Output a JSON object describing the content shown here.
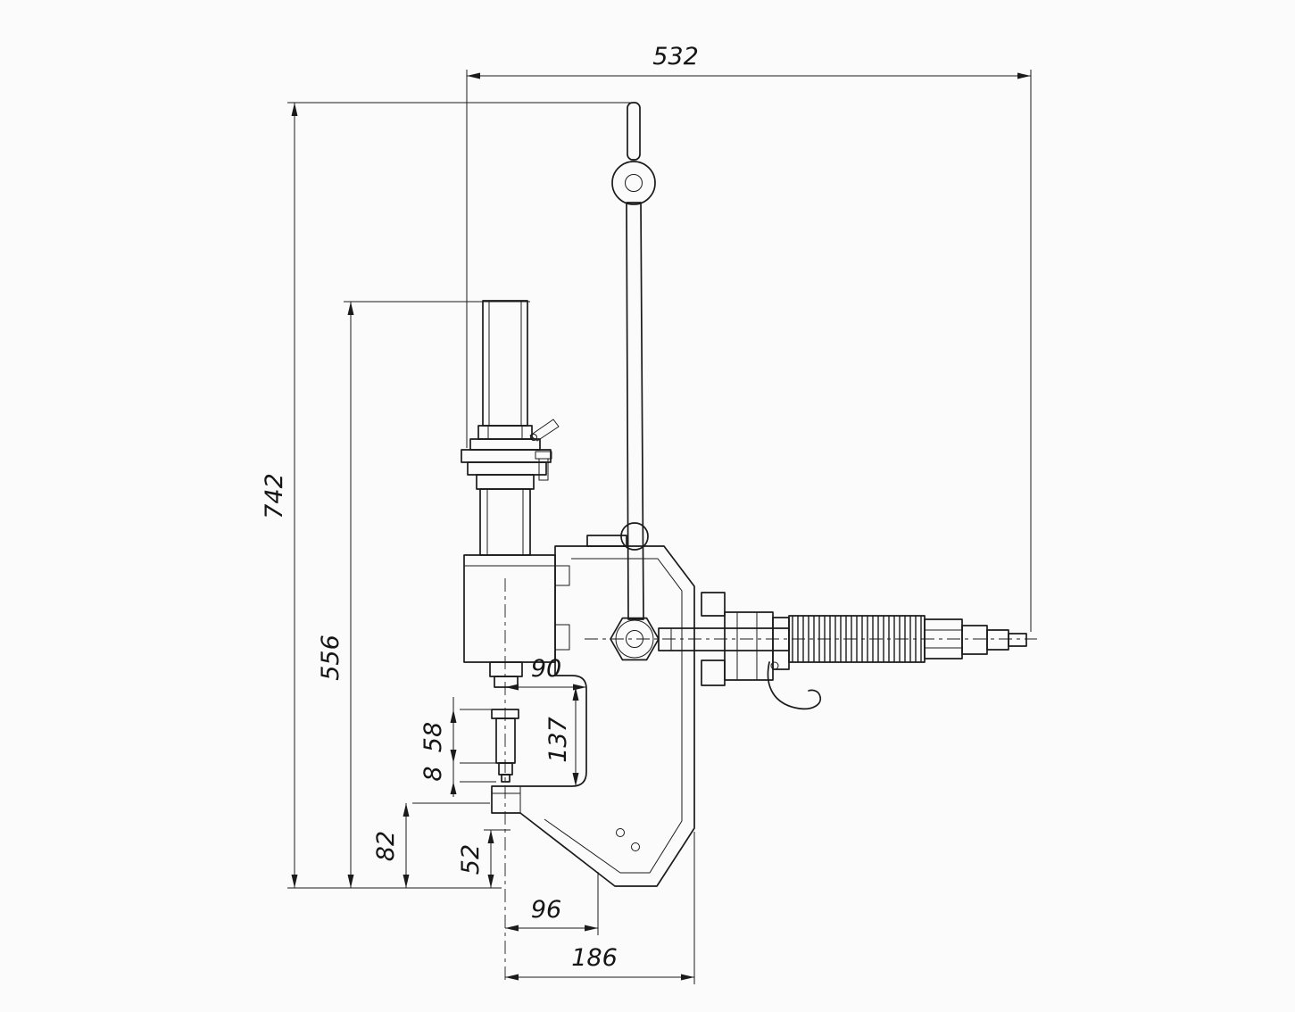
{
  "drawing": {
    "type": "technical-dimension-drawing",
    "line_color": "#1b1b1b",
    "background": "#fbfbfc",
    "dimensions": {
      "overall_width": "532",
      "overall_height": "742",
      "body_height": "556",
      "throat_offset": "90",
      "throat_depth": "137",
      "tool_length": "58",
      "tip_length": "8",
      "base_height": "82",
      "anvil_height": "52",
      "jaw_reach": "96",
      "frame_width": "186"
    }
  }
}
